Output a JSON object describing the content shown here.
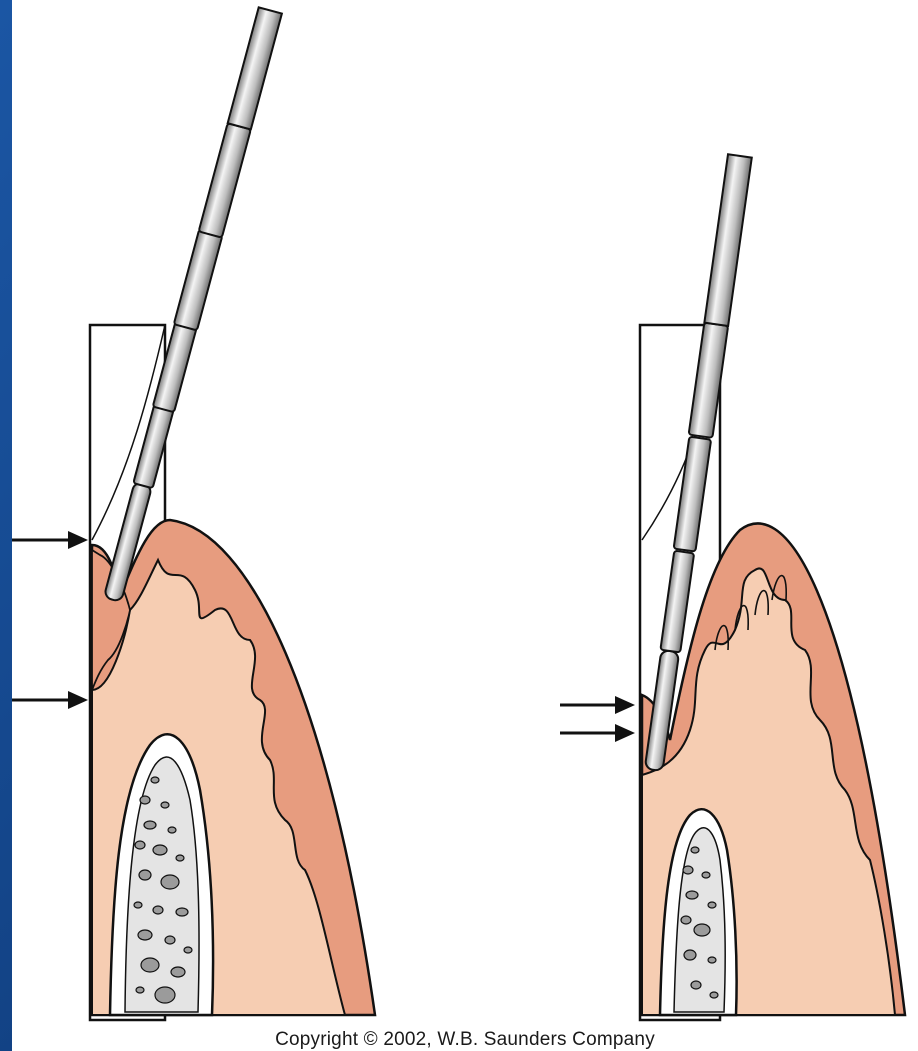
{
  "footer": {
    "copyright": "Copyright © 2002, W.B. Saunders Company"
  },
  "colors": {
    "slide_background": "#0d3a78",
    "tissue_light": "#f5c8ad",
    "tissue_dark": "#e79c7f",
    "bone_marrow": "#e4e4e4",
    "instrument_metal": "#d0d0d0",
    "outline": "#111111"
  },
  "icons": {
    "probe": "periodontal-probe",
    "indicator": "right-arrow"
  }
}
